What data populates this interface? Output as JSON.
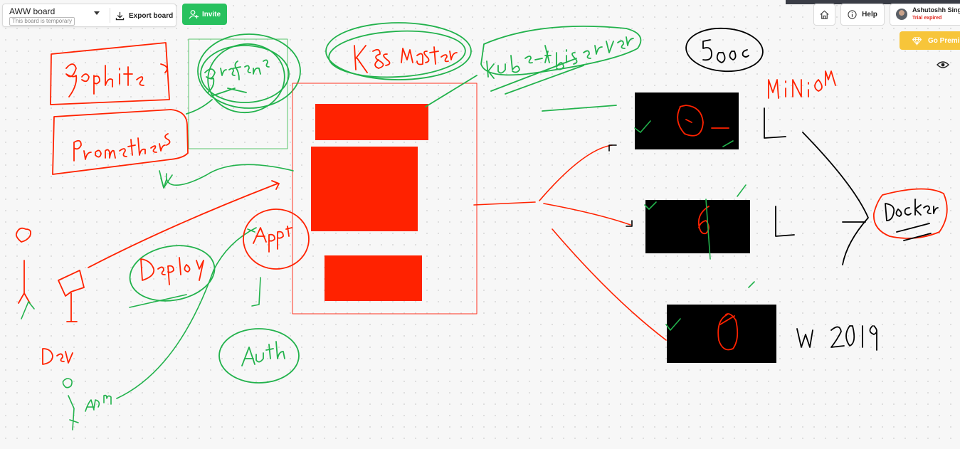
{
  "board": {
    "name": "AWW board",
    "temporary_note": "This board is temporary",
    "export_label": "Export board"
  },
  "invite": {
    "label": "Invite"
  },
  "help": {
    "label": "Help"
  },
  "user": {
    "name": "Ashutoshh Singh",
    "status": "Trial expired"
  },
  "premium": {
    "label": "Go Premium"
  },
  "icons": {
    "dropdown": "chevron-down-icon",
    "export": "download-icon",
    "invite": "add-user-icon",
    "home": "home-icon",
    "help": "info-icon",
    "premium": "diamond-icon",
    "view": "eye-icon"
  },
  "canvas": {
    "labels": {
      "graphite": "Graphite",
      "prometheus": "Prometheus",
      "grafana": "Grafana",
      "k8s_master": "K8s Master",
      "kube_api": "KUBE-ApiServer",
      "minion": "Minion",
      "docker": "Docker",
      "deploy": "Deploy",
      "app": "App",
      "auth": "Auth",
      "dev": "Dev",
      "adm": "Adm",
      "count": "500c",
      "windows": "W 2019"
    }
  },
  "colors": {
    "red": "#ff2200",
    "green": "#22b24c",
    "black": "#000000",
    "invite": "#27c15e",
    "premium": "#f7c53a"
  }
}
